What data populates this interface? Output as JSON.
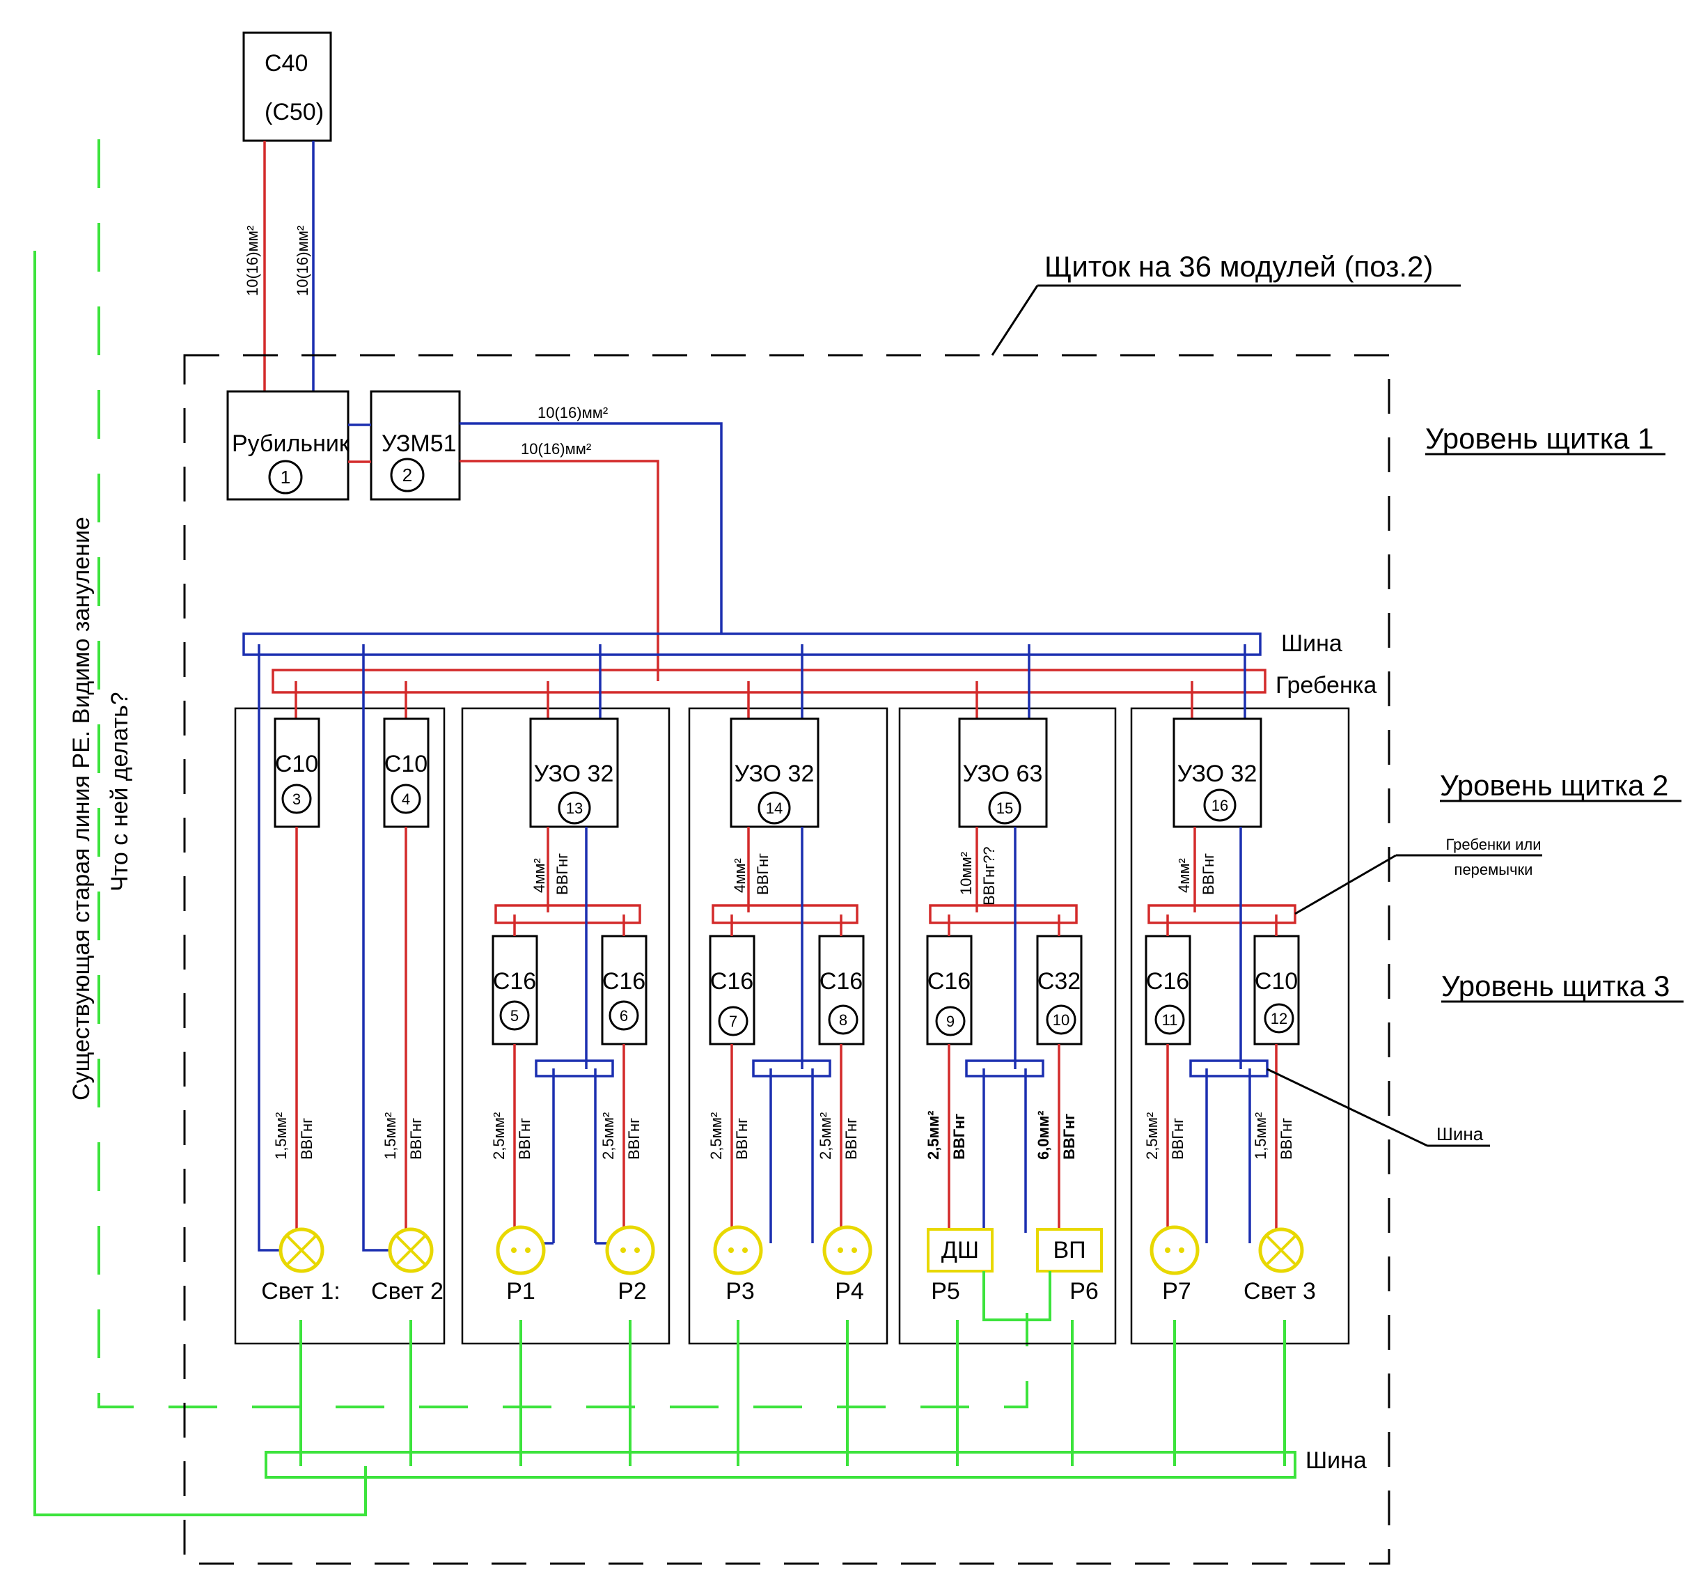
{
  "colors": {
    "phase": "#d32a2a",
    "neutral": "#1b2fb0",
    "earth": "#3ce33c",
    "load": "#e8d800"
  },
  "input_breaker": {
    "line1": "С40",
    "line2": "(С50)"
  },
  "cable_main": "10(16)мм²",
  "panel_title": "Щиток на 36 модулей (поз.2)",
  "levels": {
    "l1": "Уровень щитка 1",
    "l2": "Уровень щитка 2",
    "l3": "Уровень щитка 3"
  },
  "switch": {
    "label": "Рубильник",
    "num": "1"
  },
  "relay": {
    "label": "УЗМ51",
    "num": "2"
  },
  "bus_label": "Шина",
  "comb_label": "Гребенка",
  "comb_or_jumpers": {
    "line1": "Гребенки или",
    "line2": "перемычки"
  },
  "side_note": {
    "line1": "Существующая старая линия PE. Видимо зануление",
    "line2": "Что с ней делать?"
  },
  "cable_type": "ВВГнг",
  "breakers": {
    "b3": {
      "label": "С10",
      "num": "3"
    },
    "b4": {
      "label": "С10",
      "num": "4"
    },
    "b5": {
      "label": "С16",
      "num": "5"
    },
    "b6": {
      "label": "С16",
      "num": "6"
    },
    "b7": {
      "label": "С16",
      "num": "7"
    },
    "b8": {
      "label": "С16",
      "num": "8"
    },
    "b9": {
      "label": "С16",
      "num": "9"
    },
    "b10": {
      "label": "С32",
      "num": "10"
    },
    "b11": {
      "label": "С16",
      "num": "11"
    },
    "b12": {
      "label": "С10",
      "num": "12"
    }
  },
  "rcds": {
    "r13": {
      "label": "УЗО 32",
      "num": "13",
      "cable": "4мм²",
      "cable_type": "ВВГнг"
    },
    "r14": {
      "label": "УЗО 32",
      "num": "14",
      "cable": "4мм²",
      "cable_type": "ВВГнг"
    },
    "r15": {
      "label": "УЗО 63",
      "num": "15",
      "cable": "10мм²",
      "cable_type": "ВВГнг??"
    },
    "r16": {
      "label": "УЗО 32",
      "num": "16",
      "cable": "4мм²",
      "cable_type": "ВВГнг"
    }
  },
  "circuit_cables": [
    "1,5мм²",
    "1,5мм²",
    "2,5мм²",
    "2,5мм²",
    "2,5мм²",
    "2,5мм²",
    "2,5мм²",
    "6,0мм²",
    "2,5мм²",
    "1,5мм²"
  ],
  "loads": {
    "l1": "Свет 1:",
    "l2": "Свет 2",
    "l3": "Р1",
    "l4": "Р2",
    "l5": "Р3",
    "l6": "Р4",
    "l7": "Р5",
    "l8": "Р6",
    "l9": "Р7",
    "l10": "Свет 3"
  },
  "load_boxes": {
    "dsh": "ДШ",
    "vp": "ВП"
  }
}
